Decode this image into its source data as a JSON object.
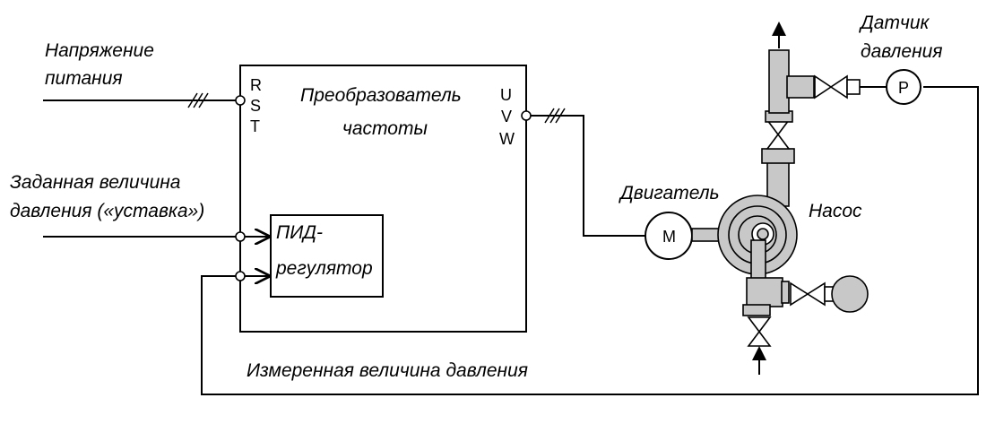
{
  "labels": {
    "supply_voltage_1": "Напряжение",
    "supply_voltage_2": "питания",
    "inverter_1": "Преобразователь",
    "inverter_2": "частоты",
    "setpoint_1": "Заданная величина",
    "setpoint_2": "давления («уставка»)",
    "pid_1": "ПИД-",
    "pid_2": "регулятор",
    "motor": "Двигатель",
    "pump": "Насос",
    "sensor_1": "Датчик",
    "sensor_2": "давления",
    "measured": "Измеренная величина давления"
  },
  "terminals": {
    "input": [
      "R",
      "S",
      "T"
    ],
    "output": [
      "U",
      "V",
      "W"
    ]
  },
  "symbols": {
    "motor": "M",
    "sensor": "P"
  },
  "colors": {
    "line": "#000000",
    "pipe_fill": "#c8c8c8",
    "background": "#ffffff"
  }
}
